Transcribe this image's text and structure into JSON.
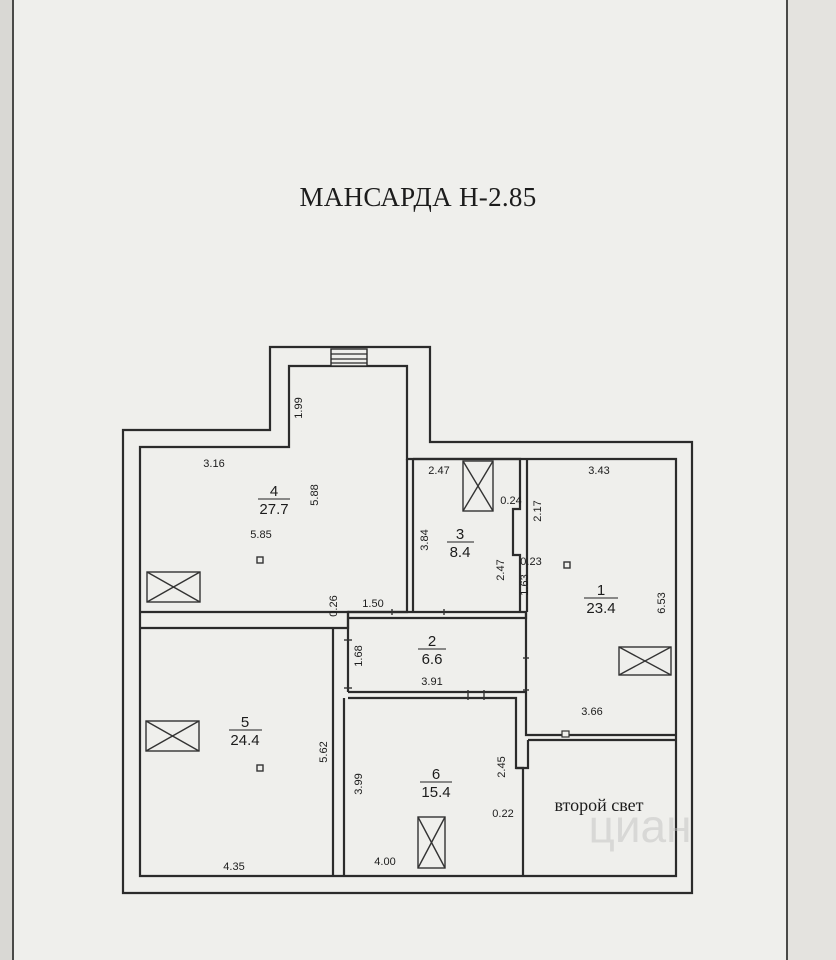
{
  "title": "МАНСАРДА Н-2.85",
  "rooms": [
    {
      "number": "1",
      "area": "23.4"
    },
    {
      "number": "2",
      "area": "6.6"
    },
    {
      "number": "3",
      "area": "8.4"
    },
    {
      "number": "4",
      "area": "27.7"
    },
    {
      "number": "5",
      "area": "24.4"
    },
    {
      "number": "6",
      "area": "15.4"
    }
  ],
  "double_height_label": "второй свет",
  "dimensions": {
    "d_1_99": "1.99",
    "d_3_16": "3.16",
    "d_5_88": "5.88",
    "d_5_85": "5.85",
    "d_0_26": "0.26",
    "d_1_50": "1.50",
    "d_2_47_top": "2.47",
    "d_0_24": "0.24",
    "d_3_84": "3.84",
    "d_2_47_side": "2.47",
    "d_3_43": "3.43",
    "d_2_17": "2.17",
    "d_0_23": "0.23",
    "d_1_63": "1.63",
    "d_6_53": "6.53",
    "d_1_68": "1.68",
    "d_3_91": "3.91",
    "d_3_66": "3.66",
    "d_5_62": "5.62",
    "d_4_35": "4.35",
    "d_3_99": "3.99",
    "d_2_45": "2.45",
    "d_0_22": "0.22",
    "d_4_00": "4.00"
  },
  "watermark": "циан"
}
